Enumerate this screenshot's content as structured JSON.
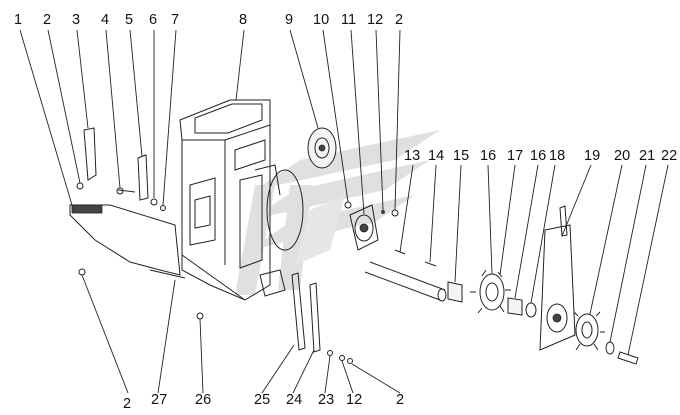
{
  "callouts": [
    {
      "id": "c1",
      "text": "1"
    },
    {
      "id": "c2",
      "text": "2"
    },
    {
      "id": "c3",
      "text": "3"
    },
    {
      "id": "c4",
      "text": "4"
    },
    {
      "id": "c5",
      "text": "5"
    },
    {
      "id": "c6",
      "text": "6"
    },
    {
      "id": "c7",
      "text": "7"
    },
    {
      "id": "c8",
      "text": "8"
    },
    {
      "id": "c9",
      "text": "9"
    },
    {
      "id": "c10",
      "text": "10"
    },
    {
      "id": "c11",
      "text": "11"
    },
    {
      "id": "c12",
      "text": "12"
    },
    {
      "id": "c2b",
      "text": "2"
    },
    {
      "id": "c13",
      "text": "13"
    },
    {
      "id": "c14",
      "text": "14"
    },
    {
      "id": "c15",
      "text": "15"
    },
    {
      "id": "c16",
      "text": "16"
    },
    {
      "id": "c17",
      "text": "17"
    },
    {
      "id": "c16b",
      "text": "16"
    },
    {
      "id": "c18",
      "text": "18"
    },
    {
      "id": "c19",
      "text": "19"
    },
    {
      "id": "c20",
      "text": "20"
    },
    {
      "id": "c21",
      "text": "21"
    },
    {
      "id": "c22",
      "text": "22"
    },
    {
      "id": "c2c",
      "text": "2"
    },
    {
      "id": "c27",
      "text": "27"
    },
    {
      "id": "c26",
      "text": "26"
    },
    {
      "id": "c25",
      "text": "25"
    },
    {
      "id": "c24",
      "text": "24"
    },
    {
      "id": "c23",
      "text": "23"
    },
    {
      "id": "c12b",
      "text": "12"
    },
    {
      "id": "c2d",
      "text": "2"
    }
  ],
  "colors": {
    "line": "#222222",
    "watermark": "#c8c8c8",
    "background": "#ffffff"
  }
}
